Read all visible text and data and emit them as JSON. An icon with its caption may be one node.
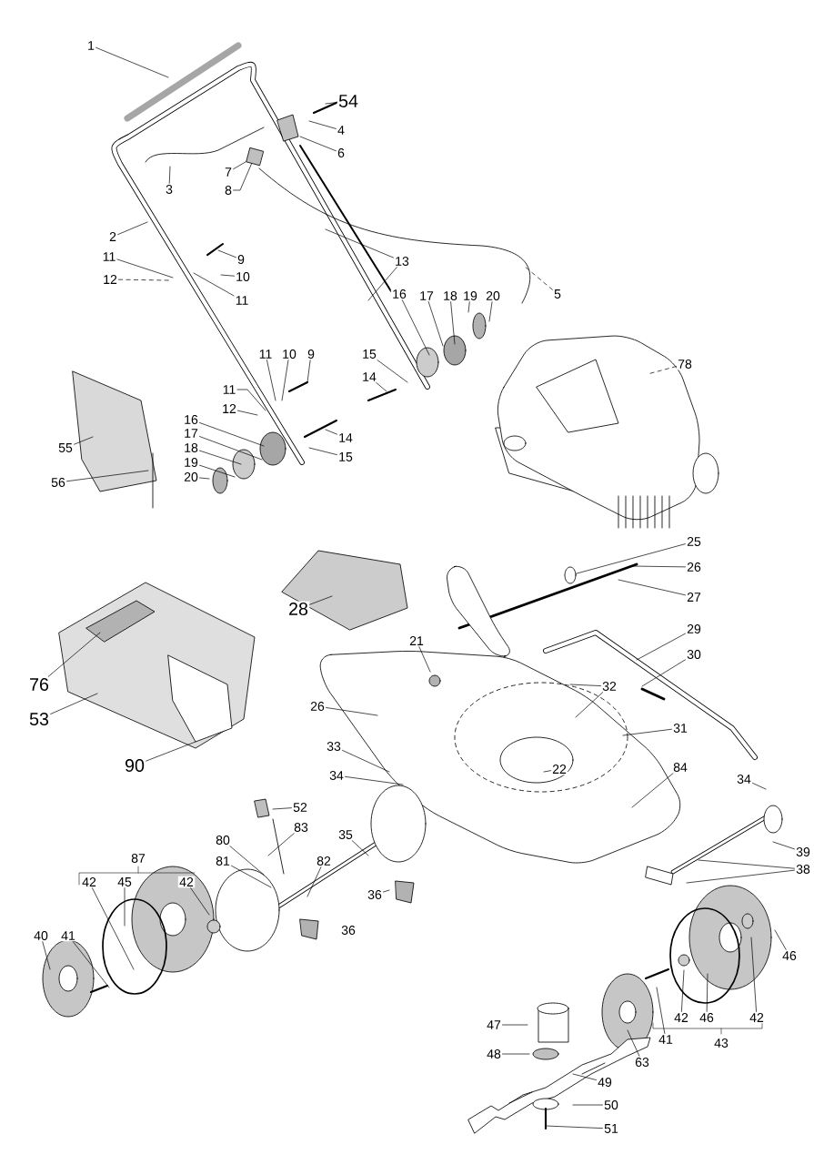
{
  "diagram": {
    "nodes": [
      {
        "text": [
          "1"
        ]
      },
      {
        "text": [
          "54"
        ]
      },
      {
        "text": [
          "4"
        ]
      },
      {
        "text": [
          "6"
        ]
      },
      {
        "text": [
          "7"
        ]
      },
      {
        "text": [
          "3"
        ]
      },
      {
        "text": [
          "8"
        ]
      },
      {
        "text": [
          "2"
        ]
      },
      {
        "text": [
          "11"
        ]
      },
      {
        "text": [
          "9"
        ]
      },
      {
        "text": [
          "12"
        ]
      },
      {
        "text": [
          "13"
        ]
      },
      {
        "text": [
          "10"
        ]
      },
      {
        "text": [
          "5"
        ]
      },
      {
        "text": [
          "16"
        ]
      },
      {
        "text": [
          "17"
        ]
      },
      {
        "text": [
          "18"
        ]
      },
      {
        "text": [
          "19"
        ]
      },
      {
        "text": [
          "20"
        ]
      },
      {
        "text": [
          "11"
        ]
      },
      {
        "text": [
          "15"
        ]
      },
      {
        "text": [
          "11"
        ]
      },
      {
        "text": [
          "10"
        ]
      },
      {
        "text": [
          "9"
        ]
      },
      {
        "text": [
          "78"
        ]
      },
      {
        "text": [
          "14"
        ]
      },
      {
        "text": [
          "11"
        ]
      },
      {
        "text": [
          "12"
        ]
      },
      {
        "text": [
          "16"
        ]
      },
      {
        "text": [
          "17"
        ]
      },
      {
        "text": [
          "14"
        ]
      },
      {
        "text": [
          "18"
        ]
      },
      {
        "text": [
          "15"
        ]
      },
      {
        "text": [
          "55"
        ]
      },
      {
        "text": [
          "19"
        ]
      },
      {
        "text": [
          "20"
        ]
      },
      {
        "text": [
          "56"
        ]
      },
      {
        "text": [
          "25"
        ]
      },
      {
        "text": [
          "26"
        ]
      },
      {
        "text": [
          "27"
        ]
      },
      {
        "text": [
          "28"
        ]
      },
      {
        "text": [
          "29"
        ]
      },
      {
        "text": [
          "21"
        ]
      },
      {
        "text": [
          "30"
        ]
      },
      {
        "text": [
          "76"
        ]
      },
      {
        "text": [
          "32"
        ]
      },
      {
        "text": [
          "26"
        ]
      },
      {
        "text": [
          "53"
        ]
      },
      {
        "text": [
          "31"
        ]
      },
      {
        "text": [
          "33"
        ]
      },
      {
        "text": [
          "90"
        ]
      },
      {
        "text": [
          "22"
        ]
      },
      {
        "text": [
          "34"
        ]
      },
      {
        "text": [
          "84"
        ]
      },
      {
        "text": [
          "34"
        ]
      },
      {
        "text": [
          "52"
        ]
      },
      {
        "text": [
          "83"
        ]
      },
      {
        "text": [
          "35"
        ]
      },
      {
        "text": [
          "80"
        ]
      },
      {
        "text": [
          "39"
        ]
      },
      {
        "text": [
          "81"
        ]
      },
      {
        "text": [
          "82"
        ]
      },
      {
        "text": [
          "38"
        ]
      },
      {
        "text": [
          "36"
        ]
      },
      {
        "text": [
          "42"
        ]
      },
      {
        "text": [
          "45"
        ]
      },
      {
        "text": [
          "42"
        ]
      },
      {
        "text": [
          "40"
        ]
      },
      {
        "text": [
          "41"
        ]
      },
      {
        "text": [
          "46"
        ]
      },
      {
        "text": [
          "42"
        ]
      },
      {
        "text": [
          "46"
        ]
      },
      {
        "text": [
          "42"
        ]
      },
      {
        "text": [
          "47"
        ]
      },
      {
        "text": [
          "41"
        ]
      },
      {
        "text": [
          "48"
        ]
      },
      {
        "text": [
          "63"
        ]
      },
      {
        "text": [
          "49"
        ]
      },
      {
        "text": [
          "50"
        ]
      },
      {
        "text": [
          "51"
        ]
      },
      {
        "text": [],
        "shape": "circle"
      },
      {
        "text": [],
        "shape": "box"
      }
    ],
    "edges": [
      {
        "from": 0,
        "to": null,
        "arrow": "none"
      },
      {
        "from": 1,
        "to": null,
        "arrow": "none"
      },
      {
        "from": 2,
        "to": null,
        "arrow": "none"
      },
      {
        "from": 3,
        "to": null,
        "arrow": "none"
      },
      {
        "from": 4,
        "to": 81,
        "arrow": "none"
      },
      {
        "from": 5,
        "to": null,
        "arrow": "none"
      },
      {
        "from": 6,
        "to": 81,
        "arrow": "none"
      },
      {
        "from": 7,
        "to": null,
        "arrow": "none"
      },
      {
        "from": 8,
        "to": null,
        "arrow": "none"
      },
      {
        "from": 9,
        "to": null,
        "arrow": "none"
      },
      {
        "from": 10,
        "to": null,
        "arrow": "none",
        "style": "dashed"
      },
      {
        "from": 11,
        "to": null,
        "arrow": "none"
      },
      {
        "from": 11,
        "to": null,
        "arrow": "none"
      },
      {
        "from": 12,
        "to": null,
        "arrow": "none"
      },
      {
        "from": 13,
        "to": null,
        "arrow": "none",
        "style": "dashed"
      },
      {
        "from": 14,
        "to": null,
        "arrow": "none"
      },
      {
        "from": 15,
        "to": null,
        "arrow": "none"
      },
      {
        "from": 16,
        "to": null,
        "arrow": "none"
      },
      {
        "from": 17,
        "to": null,
        "arrow": "none"
      },
      {
        "from": 18,
        "to": null,
        "arrow": "none"
      },
      {
        "from": 19,
        "to": null,
        "arrow": "none"
      },
      {
        "from": 20,
        "to": null,
        "arrow": "none"
      },
      {
        "from": 21,
        "to": null,
        "arrow": "none"
      },
      {
        "from": 22,
        "to": null,
        "arrow": "none"
      },
      {
        "from": 23,
        "to": null,
        "arrow": "none"
      },
      {
        "from": 24,
        "to": null,
        "arrow": "none",
        "style": "dashed"
      },
      {
        "from": 25,
        "to": null,
        "arrow": "none"
      },
      {
        "from": 26,
        "to": null,
        "arrow": "none"
      },
      {
        "from": 27,
        "to": null,
        "arrow": "none"
      },
      {
        "from": 28,
        "to": null,
        "arrow": "none"
      },
      {
        "from": 29,
        "to": null,
        "arrow": "none"
      },
      {
        "from": 30,
        "to": null,
        "arrow": "none"
      },
      {
        "from": 31,
        "to": null,
        "arrow": "none"
      },
      {
        "from": 32,
        "to": null,
        "arrow": "none"
      },
      {
        "from": 33,
        "to": null,
        "arrow": "none"
      },
      {
        "from": 34,
        "to": null,
        "arrow": "none"
      },
      {
        "from": 35,
        "to": null,
        "arrow": "none"
      },
      {
        "from": 36,
        "to": null,
        "arrow": "none"
      },
      {
        "from": 37,
        "to": 80,
        "arrow": "none"
      },
      {
        "from": 38,
        "to": null,
        "arrow": "none"
      },
      {
        "from": 39,
        "to": null,
        "arrow": "none"
      },
      {
        "from": 40,
        "to": null,
        "arrow": "none"
      },
      {
        "from": 41,
        "to": null,
        "arrow": "none"
      },
      {
        "from": 42,
        "to": null,
        "arrow": "none"
      },
      {
        "from": 43,
        "to": null,
        "arrow": "none"
      },
      {
        "from": 44,
        "to": null,
        "arrow": "none"
      },
      {
        "from": 45,
        "to": null,
        "arrow": "none"
      },
      {
        "from": 45,
        "to": null,
        "arrow": "none"
      },
      {
        "from": 46,
        "to": null,
        "arrow": "none"
      },
      {
        "from": 47,
        "to": null,
        "arrow": "none"
      },
      {
        "from": 48,
        "to": null,
        "arrow": "none"
      },
      {
        "from": 49,
        "to": null,
        "arrow": "none"
      },
      {
        "from": 50,
        "to": null,
        "arrow": "none"
      },
      {
        "from": 51,
        "to": null,
        "arrow": "none"
      },
      {
        "from": 52,
        "to": null,
        "arrow": "none"
      },
      {
        "from": 53,
        "to": null,
        "arrow": "none"
      },
      {
        "from": 54,
        "to": null,
        "arrow": "none"
      },
      {
        "from": 55,
        "to": null,
        "arrow": "none"
      },
      {
        "from": 56,
        "to": null,
        "arrow": "none"
      },
      {
        "from": 57,
        "to": null,
        "arrow": "none"
      },
      {
        "from": 58,
        "to": null,
        "arrow": "none"
      },
      {
        "from": 59,
        "to": null,
        "arrow": "none"
      },
      {
        "from": 60,
        "to": null,
        "arrow": "none"
      },
      {
        "from": 61,
        "to": null,
        "arrow": "none"
      },
      {
        "from": 62,
        "to": null,
        "arrow": "none"
      },
      {
        "from": 62,
        "to": null,
        "arrow": "none"
      },
      {
        "from": 63,
        "to": null,
        "arrow": "none"
      },
      {
        "from": 64,
        "to": null,
        "arrow": "none"
      },
      {
        "from": 65,
        "to": null,
        "arrow": "none"
      },
      {
        "from": 66,
        "to": null,
        "arrow": "none"
      },
      {
        "from": 67,
        "to": null,
        "arrow": "none"
      },
      {
        "from": 68,
        "to": null,
        "arrow": "none"
      },
      {
        "from": 69,
        "to": null,
        "arrow": "none"
      },
      {
        "from": 70,
        "to": null,
        "arrow": "none"
      },
      {
        "from": 71,
        "to": null,
        "arrow": "none"
      },
      {
        "from": 72,
        "to": null,
        "arrow": "none"
      },
      {
        "from": 73,
        "to": null,
        "arrow": "none"
      },
      {
        "from": 74,
        "to": null,
        "arrow": "none"
      },
      {
        "from": 75,
        "to": null,
        "arrow": "none"
      },
      {
        "from": 76,
        "to": null,
        "arrow": "none"
      },
      {
        "from": 77,
        "to": null,
        "arrow": "none"
      },
      {
        "from": 78,
        "to": null,
        "arrow": "none"
      },
      {
        "from": 79,
        "to": null,
        "arrow": "none"
      }
    ],
    "labels": [
      "87",
      "36",
      "43"
    ]
  }
}
